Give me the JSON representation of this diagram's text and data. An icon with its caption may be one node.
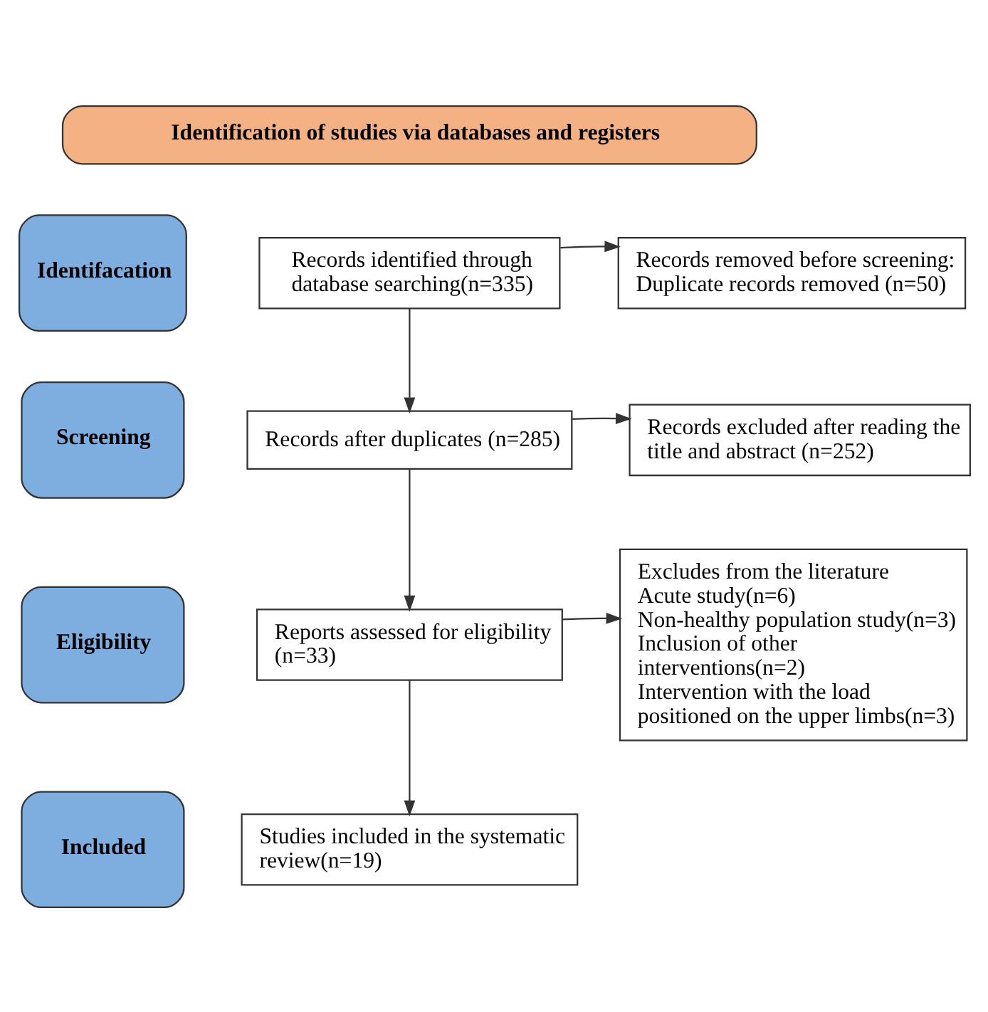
{
  "diagram": {
    "nodes": [
      {
        "text": [
          "Identification of studies via databases and registers"
        ]
      },
      {
        "text": [
          "Identifacation"
        ]
      },
      {
        "text": [
          "Screening"
        ]
      },
      {
        "text": [
          "Eligibility"
        ]
      },
      {
        "text": [
          "Included"
        ]
      },
      {
        "text": [
          "Records identified through database searching(n=335)"
        ]
      },
      {
        "text": [
          "Records removed before screening:",
          "Duplicate records removed (n=50)"
        ]
      },
      {
        "text": [
          "Records after duplicates (n=285)"
        ]
      },
      {
        "text": [
          "Records excluded after reading the title and abstract (n=252)"
        ]
      },
      {
        "text": [
          "Reports assessed for eligibility (n=33)"
        ]
      },
      {
        "text": [
          "Excludes from the literature",
          "Acute study(n=6)",
          "Non-healthy population study(n=3)",
          "Inclusion of other interventions(n=2)",
          "Intervention with the load positioned on the upper limbs(n=3)"
        ]
      },
      {
        "text": [
          "Studies included in the systematic review(n=19)"
        ]
      }
    ],
    "edges": [
      {
        "from": 5,
        "to": 6,
        "arrow": "to"
      },
      {
        "from": 5,
        "to": 7,
        "arrow": "to"
      },
      {
        "from": 7,
        "to": 8,
        "arrow": "to"
      },
      {
        "from": 7,
        "to": 9,
        "arrow": "to"
      },
      {
        "from": 9,
        "to": 10,
        "arrow": "to"
      },
      {
        "from": 9,
        "to": 11,
        "arrow": "to"
      }
    ]
  }
}
